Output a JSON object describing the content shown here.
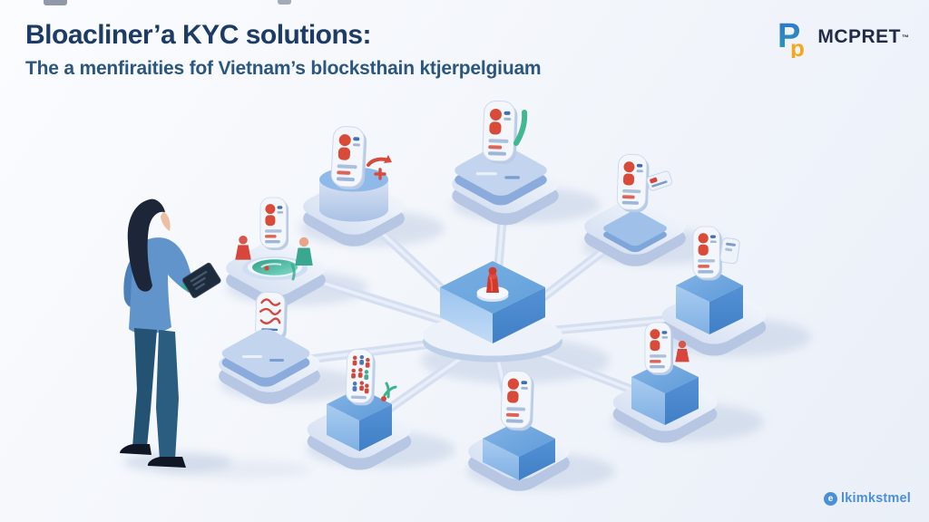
{
  "header": {
    "title": "Bloacliner’a KYC solutions:",
    "subtitle": "The a menfiraities fof Vietnam’s blocksthain ktjerpelgiuam"
  },
  "logo": {
    "mark_primary": "P",
    "mark_secondary": "p",
    "name": "MCPRET",
    "trademark": "™"
  },
  "watermark": {
    "icon_letter": "e",
    "text": "lkimkstmel"
  },
  "illustration": {
    "scene": "isometric-blockchain-kyc-network",
    "person": "woman-holding-tablet",
    "hub": "central-blue-cube-with-red-figure",
    "nodes": [
      "platform-cylinder-id-phone-with-rotate-plus",
      "platform-console-id-phone-with-green-check",
      "platform-panel-id-phone-with-card",
      "platform-cube-id-phone-with-white-card",
      "platform-cube-id-phone-with-red-figurine",
      "platform-cube-id-phone",
      "platform-cube-crowd-card",
      "platform-console-scribble-card",
      "platform-verification-pool-with-figurines"
    ],
    "colors": {
      "title_text": "#1c3c66",
      "subtitle_text": "#2a567f",
      "accent_blue": "#4a8fd8",
      "cube_blue": "#5e9cd9",
      "platform_blue": "#dbe4f4",
      "alert_red": "#d8453a",
      "success_teal": "#3eb68f",
      "logo_yellow": "#f5a81c",
      "logo_navy": "#222b45"
    }
  }
}
